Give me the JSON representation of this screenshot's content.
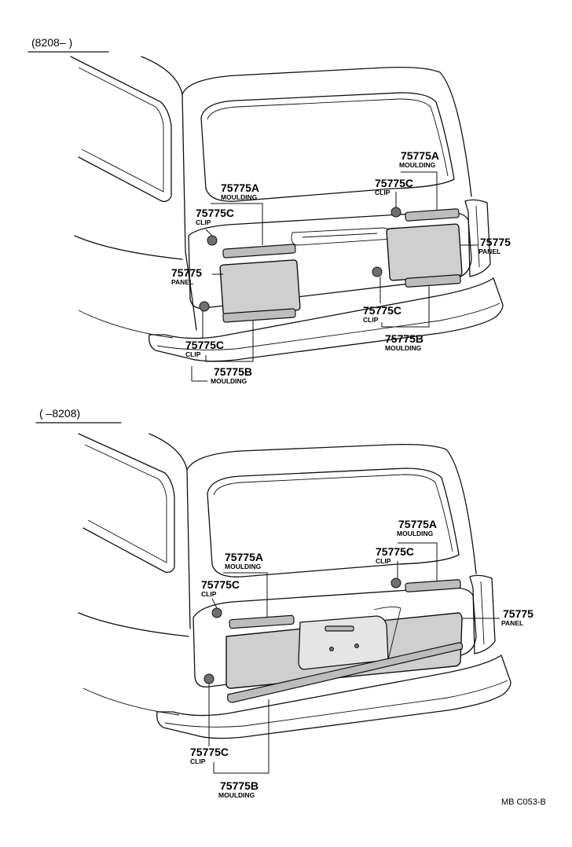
{
  "sections": {
    "top": {
      "header": "(8208–        )"
    },
    "bottom": {
      "header": "(         –8208)"
    }
  },
  "callouts": {
    "top_left_moulding_a": {
      "part": "75775A",
      "name": "MOULDING"
    },
    "top_left_clip_upper": {
      "part": "75775C",
      "name": "CLIP"
    },
    "top_left_panel": {
      "part": "75775",
      "name": "PANEL"
    },
    "top_left_clip_lower": {
      "part": "75775C",
      "name": "CLIP"
    },
    "top_left_moulding_b": {
      "part": "75775B",
      "name": "MOULDING"
    },
    "top_right_moulding_a": {
      "part": "75775A",
      "name": "MOULDING"
    },
    "top_right_clip_upper": {
      "part": "75775C",
      "name": "CLIP"
    },
    "top_right_panel": {
      "part": "75775",
      "name": "PANEL"
    },
    "top_right_clip_lower": {
      "part": "75775C",
      "name": "CLIP"
    },
    "top_right_moulding_b": {
      "part": "75775B",
      "name": "MOULDING"
    },
    "bottom_left_moulding_a": {
      "part": "75775A",
      "name": "MOULDING"
    },
    "bottom_left_clip_upper": {
      "part": "75775C",
      "name": "CLIP"
    },
    "bottom_right_moulding_a": {
      "part": "75775A",
      "name": "MOULDING"
    },
    "bottom_right_clip_upper": {
      "part": "75775C",
      "name": "CLIP"
    },
    "bottom_panel": {
      "part": "75775",
      "name": "PANEL"
    },
    "bottom_clip_lower": {
      "part": "75775C",
      "name": "CLIP"
    },
    "bottom_moulding_b": {
      "part": "75775B",
      "name": "MOULDING"
    }
  },
  "footer": {
    "code": "MB C053-B"
  }
}
